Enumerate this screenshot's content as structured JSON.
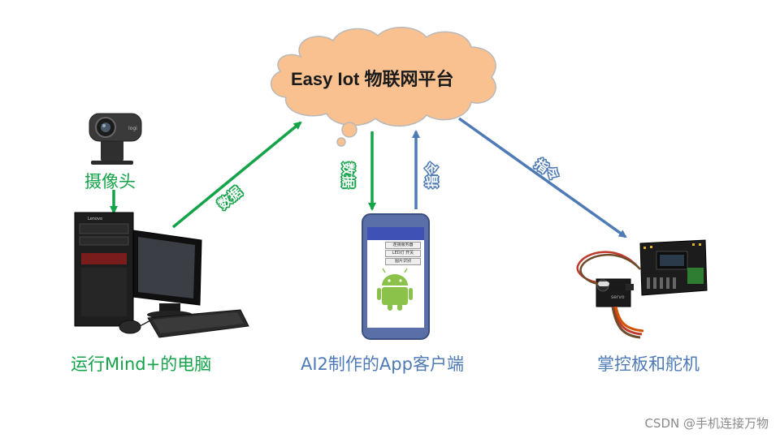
{
  "cloud": {
    "title": "Easy Iot 物联网平台",
    "fill": "#f9c190",
    "stroke": "#b9b9b9"
  },
  "nodes": {
    "camera": {
      "label": "摄像头"
    },
    "computer": {
      "label": "运行Mind+的电脑"
    },
    "phone": {
      "label": "AI2制作的App客户端",
      "screen_rows": [
        "连接服务器",
        "LED灯 开关",
        "图片识别"
      ]
    },
    "controller": {
      "label": "掌控板和舵机"
    }
  },
  "arrows": {
    "computer_to_cloud": "数据",
    "cloud_to_phone": "数据",
    "phone_to_cloud": "指令",
    "cloud_to_controller": "指令"
  },
  "colors": {
    "green": "#15a34a",
    "blue": "#4e7ab5"
  },
  "watermark": "CSDN @手机连接万物"
}
